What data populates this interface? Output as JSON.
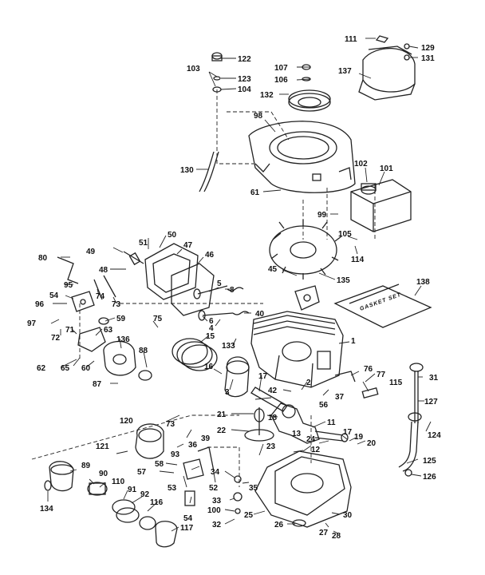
{
  "gasket_set_label": "GASKET SET",
  "callouts": [
    "111",
    "129",
    "131",
    "122",
    "103",
    "123",
    "104",
    "107",
    "106",
    "137",
    "132",
    "98",
    "130",
    "61",
    "102",
    "101",
    "99",
    "105",
    "114",
    "51",
    "50",
    "49",
    "47",
    "48",
    "46",
    "80",
    "95",
    "74",
    "73",
    "5",
    "8",
    "40",
    "54",
    "96",
    "59",
    "75",
    "97",
    "72",
    "71",
    "63",
    "136",
    "6",
    "4",
    "133",
    "15",
    "45",
    "135",
    "138",
    "62",
    "65",
    "60",
    "88",
    "87",
    "16",
    "3",
    "1",
    "76",
    "77",
    "17",
    "2",
    "37",
    "42",
    "115",
    "56",
    "31",
    "127",
    "73",
    "120",
    "39",
    "18",
    "21",
    "22",
    "11",
    "121",
    "93",
    "12",
    "13",
    "23",
    "24",
    "17",
    "19",
    "20",
    "124",
    "58",
    "57",
    "89",
    "90",
    "110",
    "91",
    "92",
    "53",
    "52",
    "34",
    "35",
    "33",
    "54",
    "116",
    "100",
    "32",
    "117",
    "25",
    "30",
    "26",
    "27",
    "28",
    "125",
    "126",
    "134",
    "36"
  ]
}
